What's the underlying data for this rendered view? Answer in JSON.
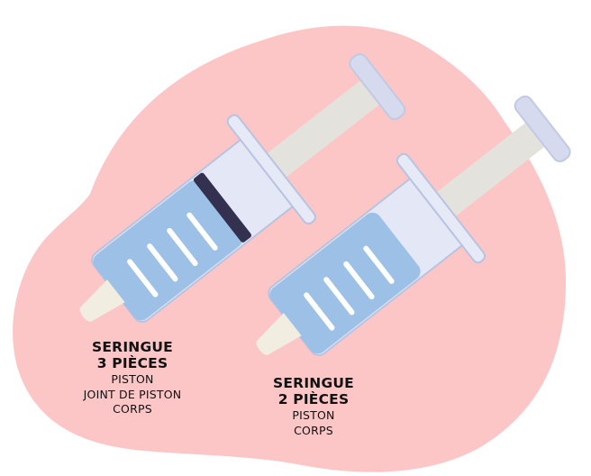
{
  "colors": {
    "background_blob": "#fcc6c7",
    "barrel_glass": "#e3e7f6",
    "barrel_outline": "#b9c3df",
    "liquid": "#9cc0e6",
    "graduation": "#ffffff",
    "plunger_rod": "#e4e2dc",
    "rubber_stopper": "#34304f",
    "tip": "#f1ede1",
    "text": "#111111"
  },
  "syringe_3_pieces": {
    "title_line1": "SERINGUE",
    "title_line2": "3 PIÈCES",
    "parts": [
      "PISTON",
      "JOINT DE PISTON",
      "CORPS"
    ]
  },
  "syringe_2_pieces": {
    "title_line1": "SERINGUE",
    "title_line2": "2 PIÈCES",
    "parts": [
      "PISTON",
      "CORPS"
    ]
  }
}
